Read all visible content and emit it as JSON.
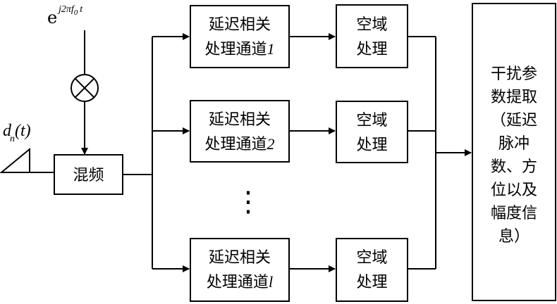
{
  "signal": {
    "exp_base": "e",
    "exp_power": "j2πf",
    "exp_sub": "0",
    "exp_tail": "t",
    "input_d": "d",
    "input_sub": "n",
    "input_arg": "(t)"
  },
  "mixer_label": "混频",
  "channels": [
    {
      "line1": "延迟相关",
      "line2_text": "处理通道",
      "line2_index": "1",
      "spatial_line1": "空域",
      "spatial_line2": "处理"
    },
    {
      "line1": "延迟相关",
      "line2_text": "处理通道",
      "line2_index": "2",
      "spatial_line1": "空域",
      "spatial_line2": "处理"
    },
    {
      "line1": "延迟相关",
      "line2_text": "处理通道",
      "line2_index": "l",
      "spatial_line1": "空域",
      "spatial_line2": "处理"
    }
  ],
  "ellipsis": "⋮",
  "output_lines": [
    "干扰参",
    "数提取",
    "（延迟",
    "脉冲",
    "数、方",
    "位以及",
    "幅度信",
    "息）"
  ]
}
